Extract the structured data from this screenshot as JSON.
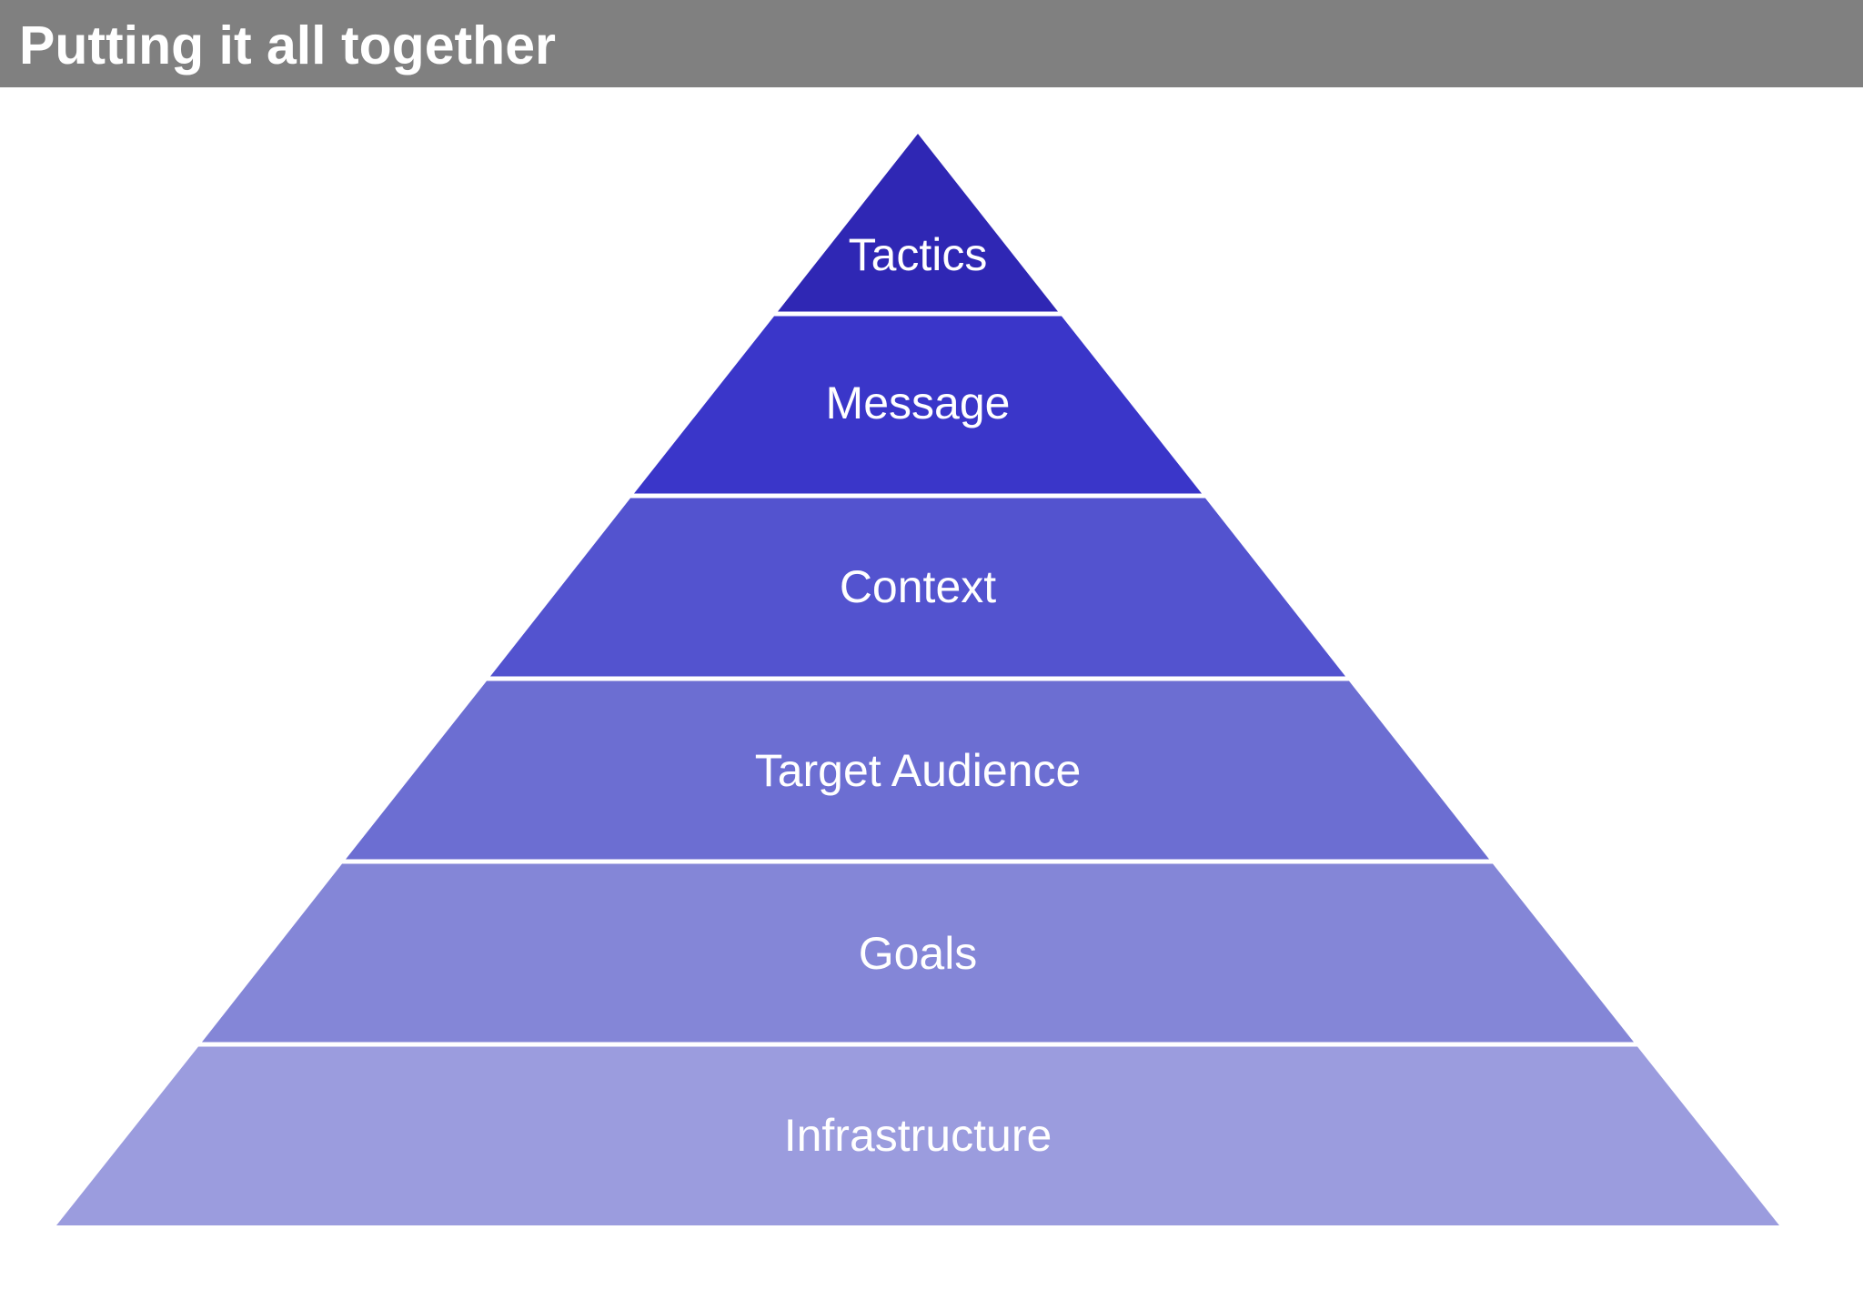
{
  "slide": {
    "title": "Putting it all together"
  },
  "pyramid": {
    "tiers": [
      {
        "label": "Tactics",
        "color": "#2f27b4"
      },
      {
        "label": "Message",
        "color": "#3a36c9"
      },
      {
        "label": "Context",
        "color": "#5353cf"
      },
      {
        "label": "Target Audience",
        "color": "#6c6ed2"
      },
      {
        "label": "Goals",
        "color": "#8486d7"
      },
      {
        "label": "Infrastructure",
        "color": "#9b9cde"
      }
    ],
    "separator_color": "#ffffff"
  }
}
